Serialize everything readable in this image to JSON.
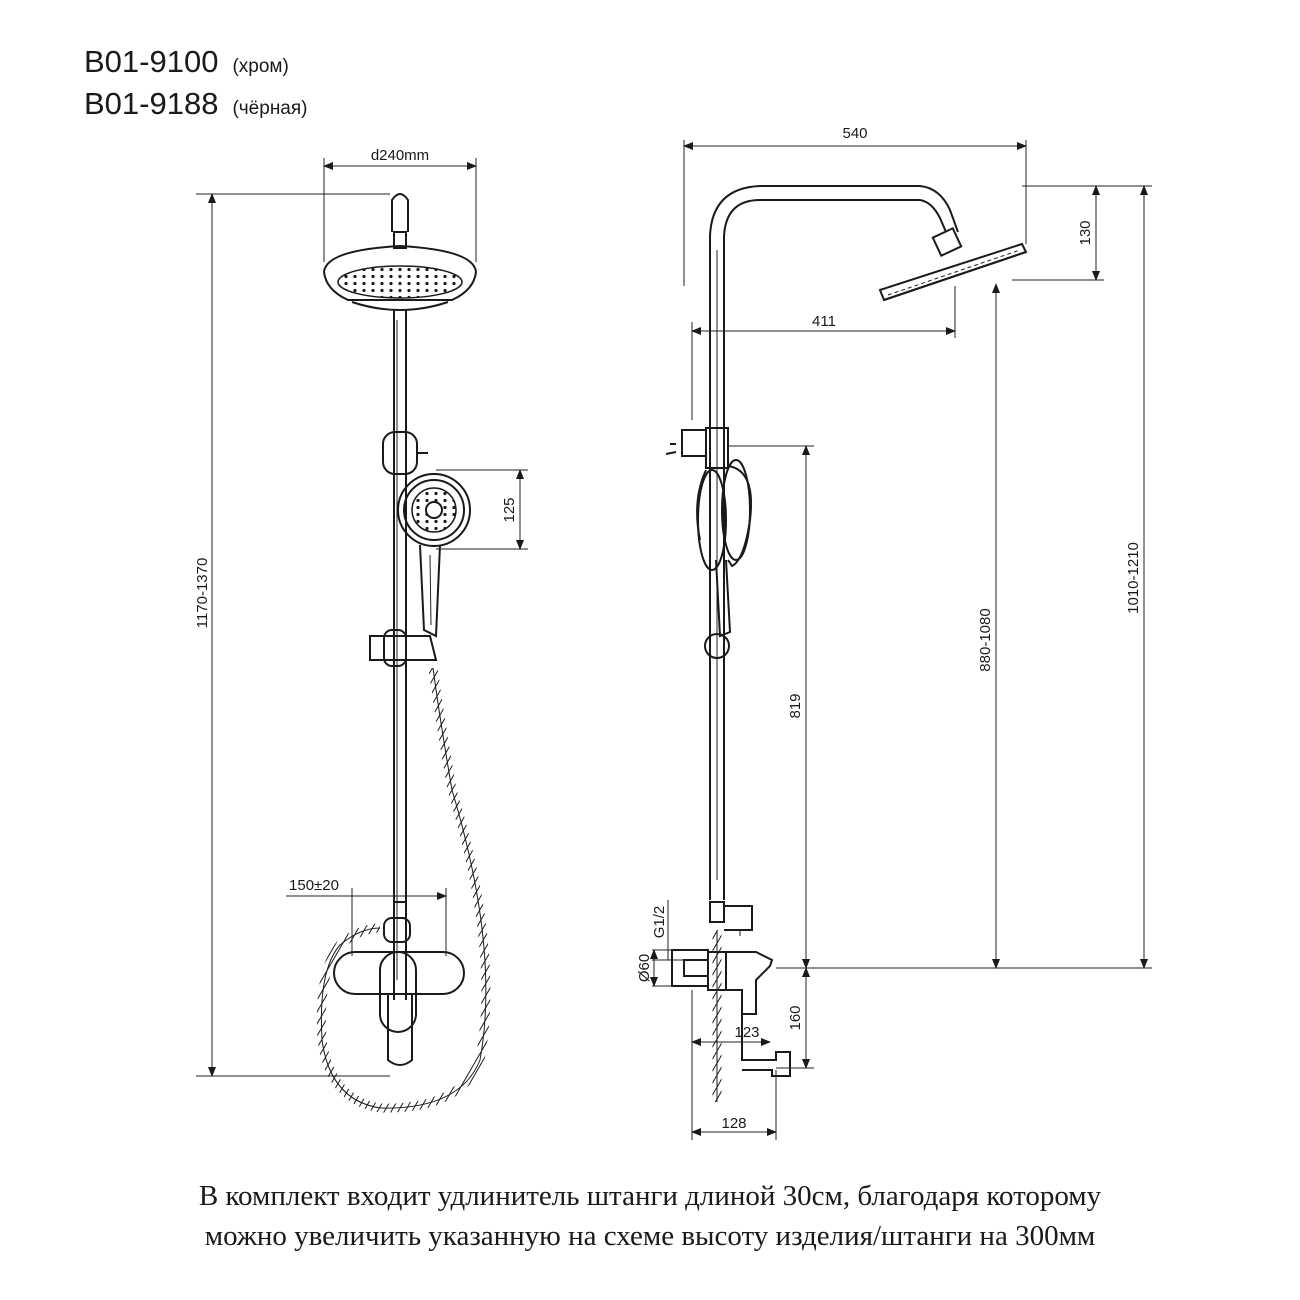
{
  "models": [
    {
      "code": "B01-9100",
      "variant": "(хром)"
    },
    {
      "code": "B01-9188",
      "variant": "(чёрная)"
    }
  ],
  "front_view": {
    "head_diameter": "d240mm",
    "total_height": "1170-1370",
    "hand_shower_size": "125",
    "mixer_offset": "150±20"
  },
  "side_view": {
    "overall_width": "540",
    "arm_reach": "411",
    "head_height": "130",
    "outlet_height": "819",
    "head_to_mixer": "880-1080",
    "top_to_mixer": "1010-1210",
    "thread": "G1/2",
    "flange": "Ø60",
    "mixer_depth": "123",
    "spout_drop": "160",
    "spout_depth": "128"
  },
  "note_lines": [
    "В комплект входит удлинитель штанги длиной 30см, благодаря которому",
    "можно увеличить указанную на схеме высоту изделия/штанги на 300мм"
  ]
}
